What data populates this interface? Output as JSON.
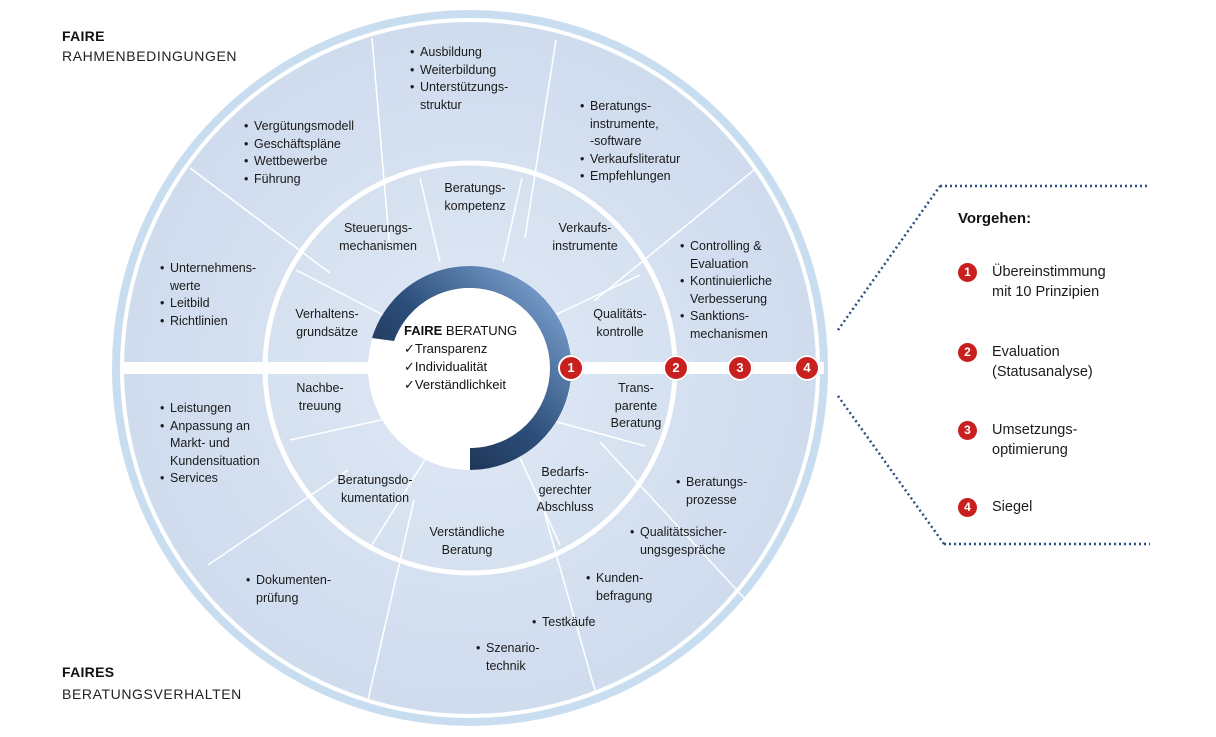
{
  "colors": {
    "disc": "#d4e0f0",
    "disc_light": "#dde7f4",
    "ring_border": "#ffffff",
    "outer_ring": "#bcd6ea",
    "accent_red": "#c8201f",
    "arc_dark": "#0f1e33",
    "arc_light": "#6d9fd8"
  },
  "corners": {
    "top_title": "FAIRE",
    "top_sub": "RAHMENBEDINGUNGEN",
    "bottom_title": "FAIRES",
    "bottom_sub": "BERATUNGSVERHALTEN"
  },
  "outer_segments": {
    "top_center": [
      "Ausbildung",
      "Weiterbildung",
      "Unterstützungs-\nstruktur"
    ],
    "top_right": [
      "Beratungs-\ninstrumente,\n-software",
      "Verkaufsliteratur",
      "Empfehlungen"
    ],
    "top_left": [
      "Vergütungsmodell",
      "Geschäftspläne",
      "Wettbewerbe",
      "Führung"
    ],
    "left_upper": [
      "Unternehmens-\nwerte",
      "Leitbild",
      "Richtlinien"
    ],
    "right_upper": [
      "Controlling &\nEvaluation",
      "Kontinuierliche\nVerbesserung",
      "Sanktions-\nmechanismen"
    ],
    "left_lower": [
      "Leistungen",
      "Anpassung an\nMarkt- und\nKundensituation",
      "Services"
    ],
    "bottom_left": [
      "Dokumenten-\nprüfung"
    ],
    "bottom_center": [
      "Szenario-\ntechnik"
    ],
    "bottom_right_1": [
      "Testkäufe"
    ],
    "bottom_right_2": [
      "Kunden-\nbefragung"
    ],
    "bottom_right_3": [
      "Qualitätssicher-\nungsgespräche"
    ],
    "right_lower": [
      "Beratungs-\nprozesse"
    ]
  },
  "inner_segments": {
    "beratungskompetenz": "Beratungs-\nkompetenz",
    "verkaufsinstrumente": "Verkaufs-\ninstrumente",
    "steuerungsmechanismen": "Steuerungs-\nmechanismen",
    "qualitaetskontrolle": "Qualitäts-\nkontrolle",
    "verhaltensgrundsaetze": "Verhaltens-\ngrundsätze",
    "transparente_beratung": "Trans-\nparente\nBeratung",
    "nachbetreuung": "Nachbe-\ntreuung",
    "bedarfsgerechter_abschluss": "Bedarfs-\ngerechter\nAbschluss",
    "beratungsdokumentation": "Beratungsdo-\nkumentation",
    "verstaendliche_beratung": "Verständliche\nBeratung"
  },
  "center": {
    "title_bold": "FAIRE",
    "title_rest": " BERATUNG",
    "items": [
      "✓Transparenz",
      "✓Individualität",
      "✓Verständlichkeit"
    ]
  },
  "axis_steps": [
    "1",
    "2",
    "3",
    "4"
  ],
  "panel": {
    "title": "Vorgehen:",
    "steps": [
      {
        "num": "1",
        "text": "Übereinstimmung\nmit 10 Prinzipien"
      },
      {
        "num": "2",
        "text": "Evaluation\n(Statusanalyse)"
      },
      {
        "num": "3",
        "text": "Umsetzungs-\noptimierung"
      },
      {
        "num": "4",
        "text": "Siegel"
      }
    ]
  }
}
